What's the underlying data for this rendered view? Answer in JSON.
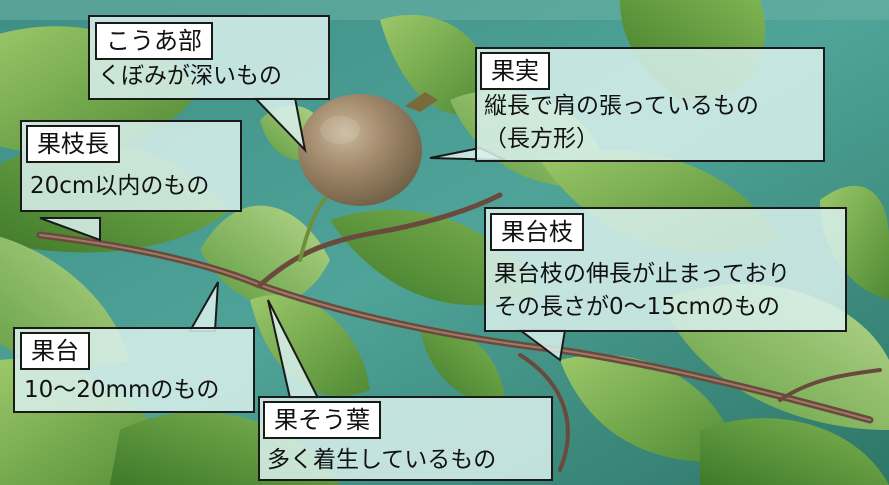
{
  "labels": {
    "kouabu": {
      "title": "こうあ部",
      "lines": [
        "くぼみが深いもの"
      ]
    },
    "kajitsu": {
      "title": "果実",
      "lines": [
        "縦長で肩の張っているもの",
        "（長方形）"
      ]
    },
    "kashichou": {
      "title": "果枝長",
      "lines": [
        "20cm以内のもの"
      ]
    },
    "kadaishi": {
      "title": "果台枝",
      "lines": [
        "果台枝の伸長が止まっており",
        "その長さが0～15cmのもの"
      ]
    },
    "kadai": {
      "title": "果台",
      "lines": [
        "10～20mmのもの"
      ]
    },
    "kasouyou": {
      "title": "果そう葉",
      "lines": [
        "多く着生しているもの"
      ]
    }
  },
  "colors": {
    "background": "#3f8f84",
    "leaf": "#5e9a3f",
    "fruit": "#9c8468",
    "label_fill": "#d8f0ec",
    "border": "#1a1a1a"
  }
}
